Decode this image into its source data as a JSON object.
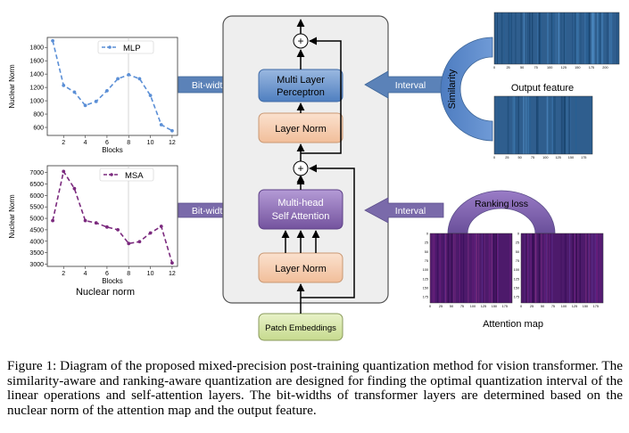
{
  "mlp_chart": {
    "legend": "MLP",
    "ylabel": "Nuclear Norm",
    "xlabel": "Blocks",
    "yticks": [
      "1800",
      "1600",
      "1400",
      "1200",
      "1000",
      "800",
      "600"
    ],
    "xticks": [
      "2",
      "4",
      "6",
      "8",
      "10",
      "12"
    ],
    "color": "#5b8fd6"
  },
  "msa_chart": {
    "legend": "MSA",
    "ylabel": "Nuclear Norm",
    "xlabel": "Blocks",
    "yticks": [
      "7000",
      "6500",
      "6000",
      "5500",
      "5000",
      "4500",
      "4000",
      "3500",
      "3000"
    ],
    "xticks": [
      "2",
      "4",
      "6",
      "8",
      "10",
      "12"
    ],
    "color": "#7b2a7e"
  },
  "chart_data": [
    {
      "type": "line",
      "x": [
        1,
        2,
        3,
        4,
        5,
        6,
        7,
        8,
        9,
        10,
        11,
        12
      ],
      "series": [
        {
          "name": "MLP",
          "values": [
            1900,
            1230,
            1130,
            930,
            990,
            1150,
            1330,
            1390,
            1330,
            1080,
            640,
            550
          ]
        }
      ],
      "xlabel": "Blocks",
      "ylabel": "Nuclear Norm",
      "xlim": [
        0.5,
        12.5
      ],
      "ylim": [
        480,
        1950
      ],
      "grid": "vertical line at x=8",
      "legend": "top-right"
    },
    {
      "type": "line",
      "x": [
        1,
        2,
        3,
        4,
        5,
        6,
        7,
        8,
        9,
        10,
        11,
        12
      ],
      "series": [
        {
          "name": "MSA",
          "values": [
            4900,
            7050,
            6300,
            4900,
            4800,
            4620,
            4500,
            3900,
            3980,
            4360,
            4650,
            3050
          ]
        }
      ],
      "xlabel": "Blocks",
      "ylabel": "Nuclear Norm",
      "xlim": [
        0.5,
        12.5
      ],
      "ylim": [
        2900,
        7300
      ],
      "grid": "vertical line at x=8",
      "legend": "top-right"
    }
  ],
  "nuclear_norm_label": "Nuclear norm",
  "block": {
    "mlp": [
      "Multi Layer",
      "Perceptron"
    ],
    "msa": [
      "Multi-head",
      "Self Attention"
    ],
    "layer_norm": "Layer Norm",
    "patch": "Patch Embeddings",
    "plus": "+"
  },
  "arrows": {
    "bitwidth": "Bit-width",
    "interval": "Interval"
  },
  "right": {
    "similarity": "Similarity",
    "output_feature": "Output feature",
    "ranking_loss": "Ranking loss",
    "attention_map": "Attention map",
    "output_xticks_top": [
      "0",
      "25",
      "50",
      "75",
      "100",
      "125",
      "150",
      "175",
      "200"
    ],
    "output_xticks_bottom": [
      "0",
      "25",
      "50",
      "75",
      "100",
      "125",
      "150",
      "175"
    ],
    "attn_yticks": [
      "0",
      "25",
      "50",
      "75",
      "100",
      "125",
      "150",
      "175"
    ],
    "attn_xticks": [
      "0",
      "25",
      "50",
      "75",
      "100",
      "125",
      "150",
      "175"
    ]
  },
  "caption": "Figure 1: Diagram of the proposed mixed-precision post-training quantization method for vision transformer. The similarity-aware and ranking-aware quantization are designed for finding the optimal quantization interval of the linear operations and self-attention layers. The bit-widths of transformer layers are determined based on the nuclear norm of the attention map and the output feature.",
  "colors": {
    "mlp_block": "#6b96cf",
    "msa_block": "#8e6bb8",
    "layer_norm": "#f6cdb0",
    "patch": "#d6e6a8",
    "arrow_blue": "#5b82b8",
    "arrow_purple": "#7a6aaa",
    "heatmap_blue": "#2f5e8e",
    "heatmap_purple": "#4d1a6b"
  }
}
